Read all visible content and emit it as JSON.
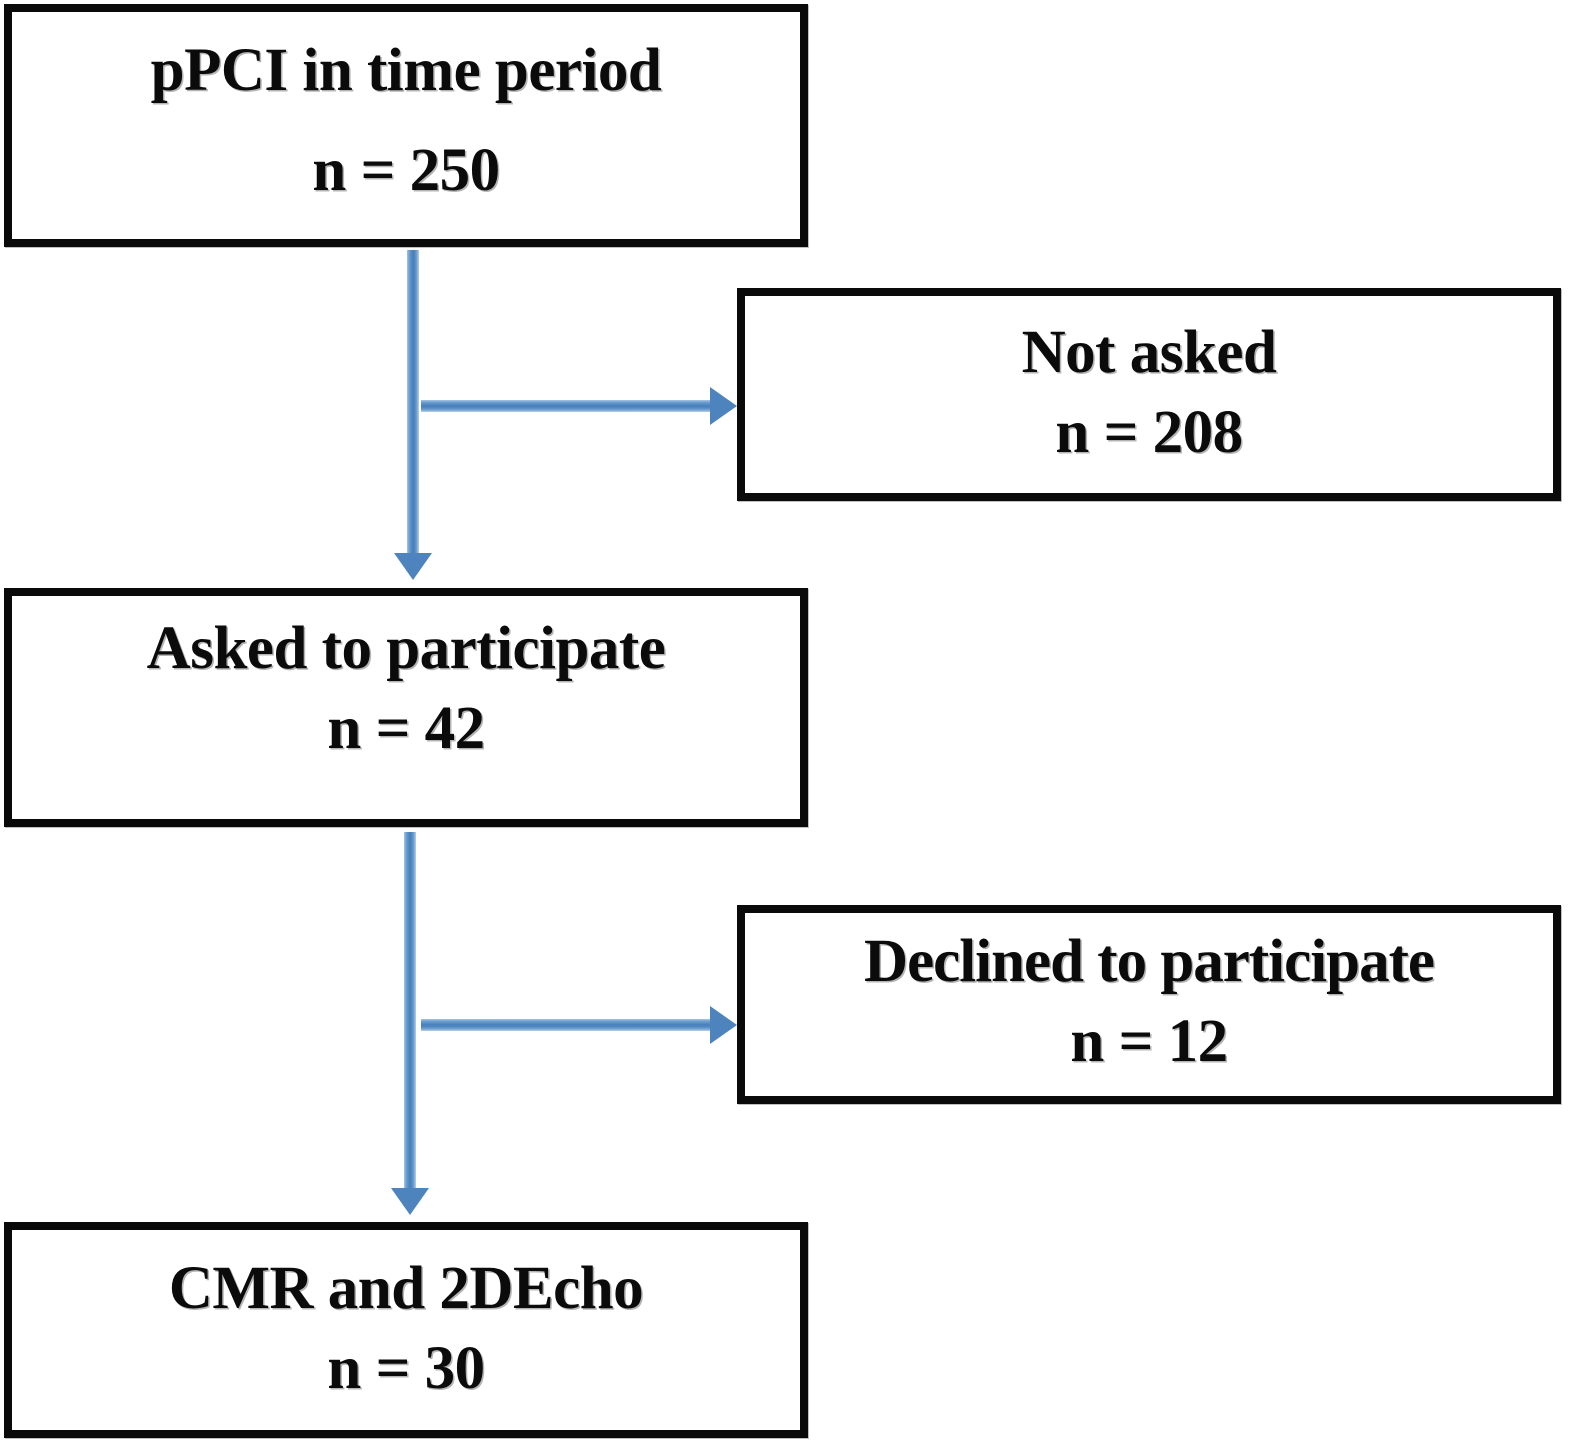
{
  "diagram": {
    "type": "patient-recruitment-flow-chart",
    "accent_color": "#4F81BD",
    "box_border_color": "#0A0A0A",
    "background_color": "#FFFFFF",
    "boxes": [
      {
        "id": "ppci",
        "line1": "pPCI in time period",
        "line2": "n = 250",
        "count": 250
      },
      {
        "id": "not-asked",
        "line1": "Not asked",
        "line2": "n = 208",
        "count": 208
      },
      {
        "id": "asked",
        "line1": "Asked to participate",
        "line2": "n = 42",
        "count": 42
      },
      {
        "id": "declined",
        "line1": "Declined to participate",
        "line2": "n = 12",
        "count": 12
      },
      {
        "id": "cmr",
        "line1": "CMR and 2DEcho",
        "line2": "n = 30",
        "count": 30
      }
    ],
    "connectors": [
      {
        "id": "ppci-to-asked",
        "from": "ppci",
        "to": "asked",
        "direction": "down"
      },
      {
        "id": "ppci-to-notasked",
        "from": "ppci",
        "to": "not-asked",
        "direction": "right"
      },
      {
        "id": "asked-to-cmr",
        "from": "asked",
        "to": "cmr",
        "direction": "down"
      },
      {
        "id": "asked-to-declined",
        "from": "asked",
        "to": "declined",
        "direction": "right"
      }
    ]
  }
}
